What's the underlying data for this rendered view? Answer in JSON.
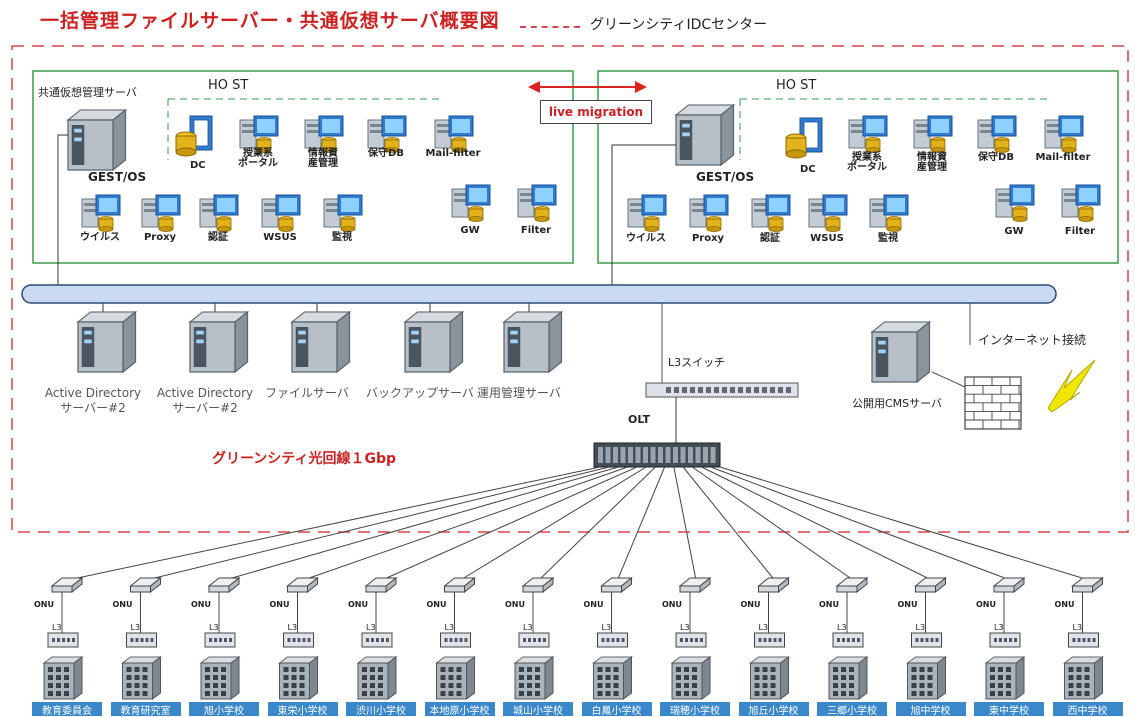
{
  "title": "一括管理ファイルサーバー・共通仮想サーバ概要図",
  "legend": {
    "label": "グリーンシティIDCセンター"
  },
  "hosts": [
    {
      "label": "HO ST",
      "mgmt_label": "共通仮想管理サーバ",
      "gest_label": "GEST/OS"
    },
    {
      "label": "HO ST",
      "gest_label": "GEST/OS"
    }
  ],
  "migration_label": "live migration",
  "vm_row1": [
    "DC",
    "授業系\nポータル",
    "情報資\n産管理",
    "保守DB",
    "Mail-filter"
  ],
  "vm_row2": [
    "ウイルス",
    "Proxy",
    "認証",
    "WSUS",
    "監視"
  ],
  "vm_extra": [
    "GW",
    "Filter"
  ],
  "lan_servers": [
    "Active Directory\nサーバー#2",
    "Active Directory\nサーバー#2",
    "ファイルサーバ",
    "バックアップサーバ",
    "運用管理サーバ"
  ],
  "l3_switch_label": "L3スイッチ",
  "olt_label": "OLT",
  "internet_label": "インターネット接続",
  "cms_label": "公開用CMSサーバ",
  "fiber_label": "グリーンシティ光回線１Gbp",
  "onu_label": "ONU",
  "l3_label": "L3",
  "schools": [
    "教育委員会",
    "教育研究室",
    "旭小学校",
    "東栄小学校",
    "渋川小学校",
    "本地原小学校",
    "城山小学校",
    "白鳳小学校",
    "瑞穂小学校",
    "旭丘小学校",
    "三郷小学校",
    "旭中学校",
    "東中学校",
    "西中学校"
  ]
}
